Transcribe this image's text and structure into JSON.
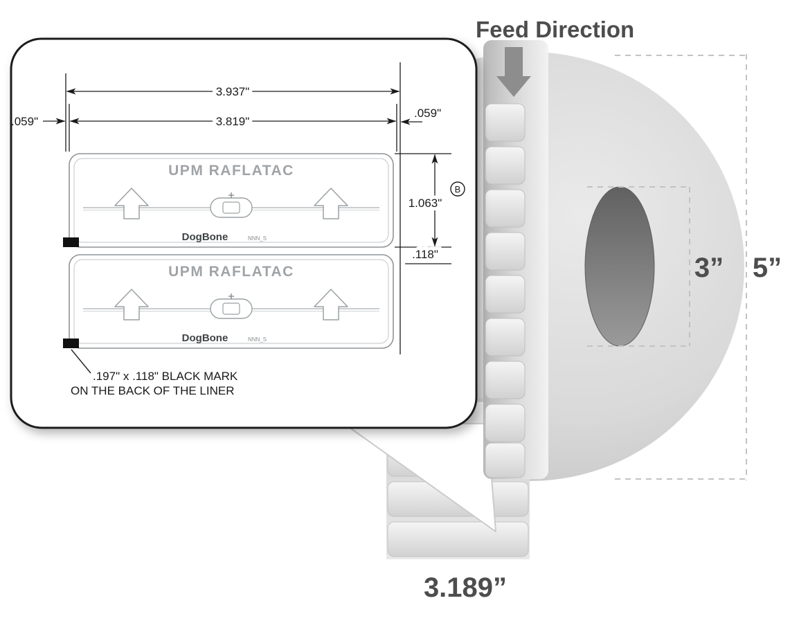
{
  "callout": {
    "dim_total_width": "3.937\"",
    "dim_inlay_width": "3.819\"",
    "dim_left_margin": ".059\"",
    "dim_right_margin": ".059\"",
    "dim_label_height": "1.063\"",
    "dim_gap_height": ".118\"",
    "ref_marker": "B",
    "label": {
      "brand": "UPM RAFLATAC",
      "model": "DogBone",
      "model_code": "NNN_S"
    },
    "note_line1": ".197\" x .118\" BLACK MARK",
    "note_line2": "ON THE BACK OF THE LINER"
  },
  "roll": {
    "feed_direction": "Feed Direction",
    "core_diameter": "3”",
    "roll_diameter": "5”",
    "label_width": "3.189”"
  },
  "colors": {
    "accent_gray": "#4d4d4d",
    "roll_face": "#d9d9d9",
    "core_dark": "#6a6a6a",
    "black_mark": "#111111"
  }
}
